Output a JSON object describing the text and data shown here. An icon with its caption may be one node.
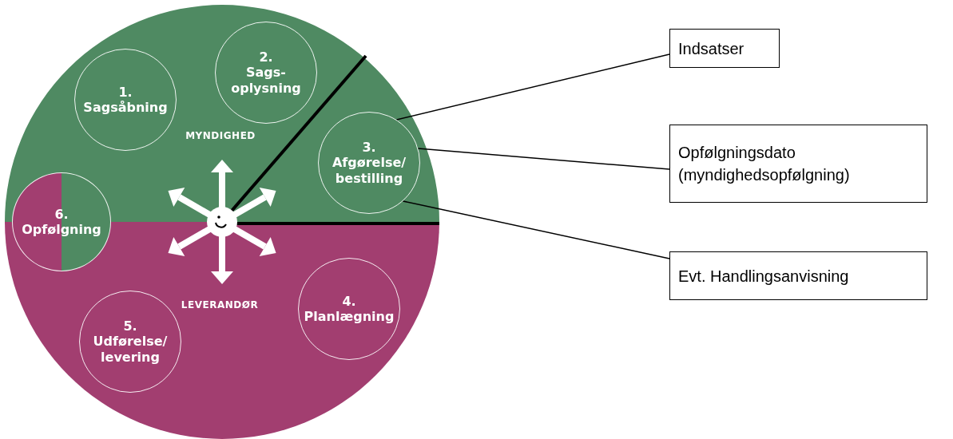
{
  "diagram": {
    "nodes": [
      {
        "text": [
          "1.",
          "Sagsåbning"
        ]
      },
      {
        "text": [
          "2.",
          "Sags- oplysning"
        ]
      },
      {
        "text": [
          "3.",
          "Afgørelse/ bestilling"
        ]
      },
      {
        "text": [
          "4.",
          "Planlægning"
        ]
      },
      {
        "text": [
          "5.",
          "Udførelse/ levering"
        ]
      },
      {
        "text": [
          "6.",
          "Opfølgning"
        ]
      },
      {
        "text": [
          "Indsatser"
        ]
      },
      {
        "text": [
          "Opfølgningsdato (myndighedsopfølgning)"
        ]
      },
      {
        "text": [
          "Evt. Handlingsanvisning"
        ]
      }
    ],
    "edges": [
      {
        "from": 6,
        "to": 2,
        "arrow": "none"
      },
      {
        "from": 7,
        "to": 2,
        "arrow": "none"
      },
      {
        "from": 8,
        "to": 2,
        "arrow": "none"
      }
    ],
    "labels": [
      "MYNDIGHED",
      "LEVERANDØR"
    ]
  }
}
